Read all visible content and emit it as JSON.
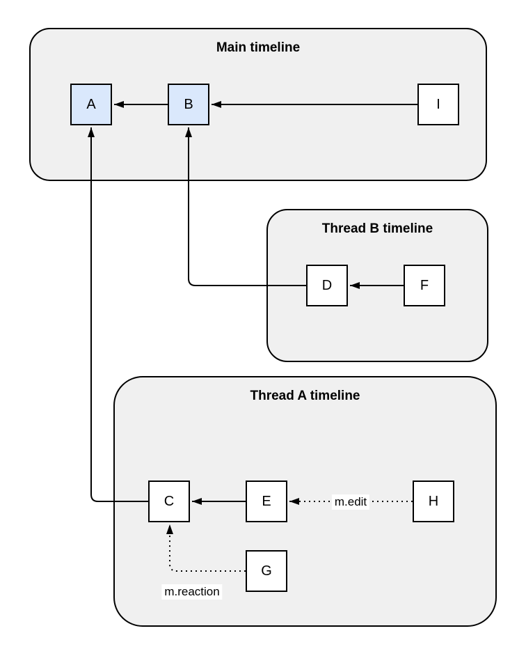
{
  "diagram": {
    "containers": [
      {
        "name": "main-timeline",
        "title": "Main timeline"
      },
      {
        "name": "thread-b-timeline",
        "title": "Thread B timeline"
      },
      {
        "name": "thread-a-timeline",
        "title": "Thread A timeline"
      }
    ],
    "nodes": [
      {
        "id": "A",
        "label": "A",
        "fill": "#dae8fc",
        "container": "main-timeline"
      },
      {
        "id": "B",
        "label": "B",
        "fill": "#dae8fc",
        "container": "main-timeline"
      },
      {
        "id": "I",
        "label": "I",
        "fill": "#ffffff",
        "container": "main-timeline"
      },
      {
        "id": "D",
        "label": "D",
        "fill": "#ffffff",
        "container": "thread-b-timeline"
      },
      {
        "id": "F",
        "label": "F",
        "fill": "#ffffff",
        "container": "thread-b-timeline"
      },
      {
        "id": "C",
        "label": "C",
        "fill": "#ffffff",
        "container": "thread-a-timeline"
      },
      {
        "id": "E",
        "label": "E",
        "fill": "#ffffff",
        "container": "thread-a-timeline"
      },
      {
        "id": "H",
        "label": "H",
        "fill": "#ffffff",
        "container": "thread-a-timeline"
      },
      {
        "id": "G",
        "label": "G",
        "fill": "#ffffff",
        "container": "thread-a-timeline"
      }
    ],
    "edges": [
      {
        "from": "B",
        "to": "A",
        "style": "solid",
        "label": ""
      },
      {
        "from": "I",
        "to": "B",
        "style": "solid",
        "label": ""
      },
      {
        "from": "F",
        "to": "D",
        "style": "solid",
        "label": ""
      },
      {
        "from": "D",
        "to": "B",
        "style": "solid",
        "label": ""
      },
      {
        "from": "E",
        "to": "C",
        "style": "solid",
        "label": ""
      },
      {
        "from": "C",
        "to": "A",
        "style": "solid",
        "label": ""
      },
      {
        "from": "H",
        "to": "E",
        "style": "dotted",
        "label": "m.edit"
      },
      {
        "from": "G",
        "to": "C",
        "style": "dotted",
        "label": "m.reaction"
      }
    ],
    "colors": {
      "background": "#ffffff",
      "container_fill": "#f0f0f0",
      "stroke": "#000000",
      "highlight_node_fill": "#dae8fc",
      "node_fill": "#ffffff"
    }
  }
}
